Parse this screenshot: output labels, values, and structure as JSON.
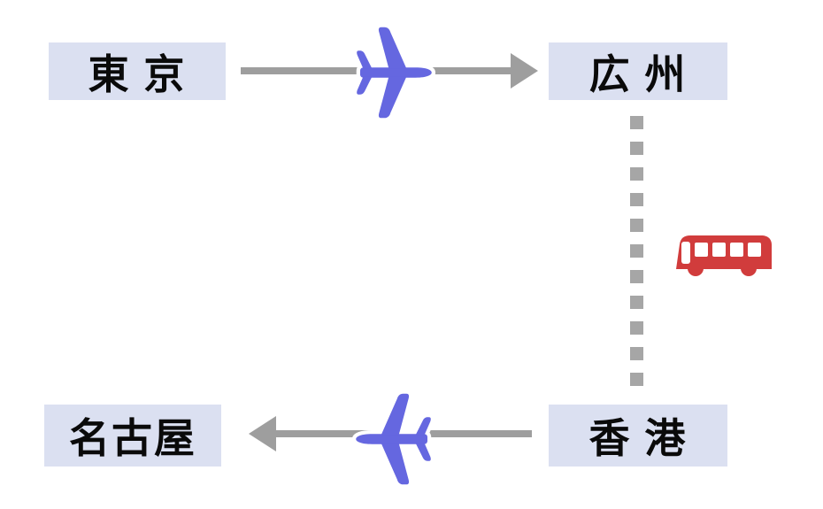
{
  "diagram": {
    "type": "travel-route-flow",
    "nodes": {
      "tokyo": {
        "label": "東 京"
      },
      "guangzhou": {
        "label": "広 州"
      },
      "hongkong": {
        "label": "香 港"
      },
      "nagoya": {
        "label": "名古屋"
      }
    },
    "edges": [
      {
        "from": "東京",
        "to": "広州",
        "mode": "airplane",
        "direction": "right",
        "style": "solid-arrow"
      },
      {
        "from": "広州",
        "to": "香港",
        "mode": "bus",
        "direction": "down",
        "style": "dashed"
      },
      {
        "from": "香港",
        "to": "名古屋",
        "mode": "airplane",
        "direction": "left",
        "style": "solid-arrow"
      }
    ],
    "colors": {
      "background": "#ffffff",
      "node_bg": "#dbe0f1",
      "label_text": "#0a0a0a",
      "arrow": "#9e9e9e",
      "dash": "#a6a6a6",
      "airplane": "#6567e0",
      "bus": "#d13c3c"
    }
  }
}
